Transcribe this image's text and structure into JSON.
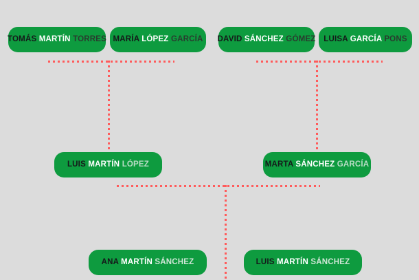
{
  "diagram": {
    "type": "family-tree",
    "background_color": "#dcdcdc",
    "node_color": "#0e9b3f",
    "connector_color": "#ff5b5b",
    "connector_style": "dotted"
  },
  "generations": [
    {
      "id": "grandparents",
      "nodes": [
        {
          "id": "tomas-martin-torres",
          "given": "TOMÁS",
          "surname1": "MARTÍN",
          "surname2": "TORRES",
          "full": "TOMÁS MARTÍN TORRES"
        },
        {
          "id": "maria-lopez-garcia",
          "given": "MARÍA",
          "surname1": "LÓPEZ",
          "surname2": "GARCÍA",
          "full": "MARÍA LÓPEZ GARCÍA"
        },
        {
          "id": "david-sanchez-gomez",
          "given": "DAVID",
          "surname1": "SÁNCHEZ",
          "surname2": "GÓMEZ",
          "full": "DAVID SÁNCHEZ GÓMEZ"
        },
        {
          "id": "luisa-garcia-pons",
          "given": "LUISA",
          "surname1": "GARCÍA",
          "surname2": "PONS",
          "full": "LUISA GARCÍA PONS"
        }
      ]
    },
    {
      "id": "parents",
      "nodes": [
        {
          "id": "luis-martin-lopez",
          "given": "LUIS",
          "surname1": "MARTÍN",
          "surname2": "LÓPEZ",
          "full": "LUIS MARTÍN LÓPEZ"
        },
        {
          "id": "marta-sanchez-garcia",
          "given": "MARTA",
          "surname1": "SÁNCHEZ",
          "surname2": "GARCÍA",
          "full": "MARTA SÁNCHEZ GARCÍA"
        }
      ]
    },
    {
      "id": "children",
      "nodes": [
        {
          "id": "ana-martin-sanchez",
          "given": "ANA",
          "surname1": "MARTÍN",
          "surname2": "SÁNCHEZ",
          "full": "ANA MARTÍN SÁNCHEZ"
        },
        {
          "id": "luis-martin-sanchez",
          "given": "LUIS",
          "surname1": "MARTÍN",
          "surname2": "SÁNCHEZ",
          "full": "LUIS MARTÍN SÁNCHEZ"
        }
      ]
    }
  ]
}
